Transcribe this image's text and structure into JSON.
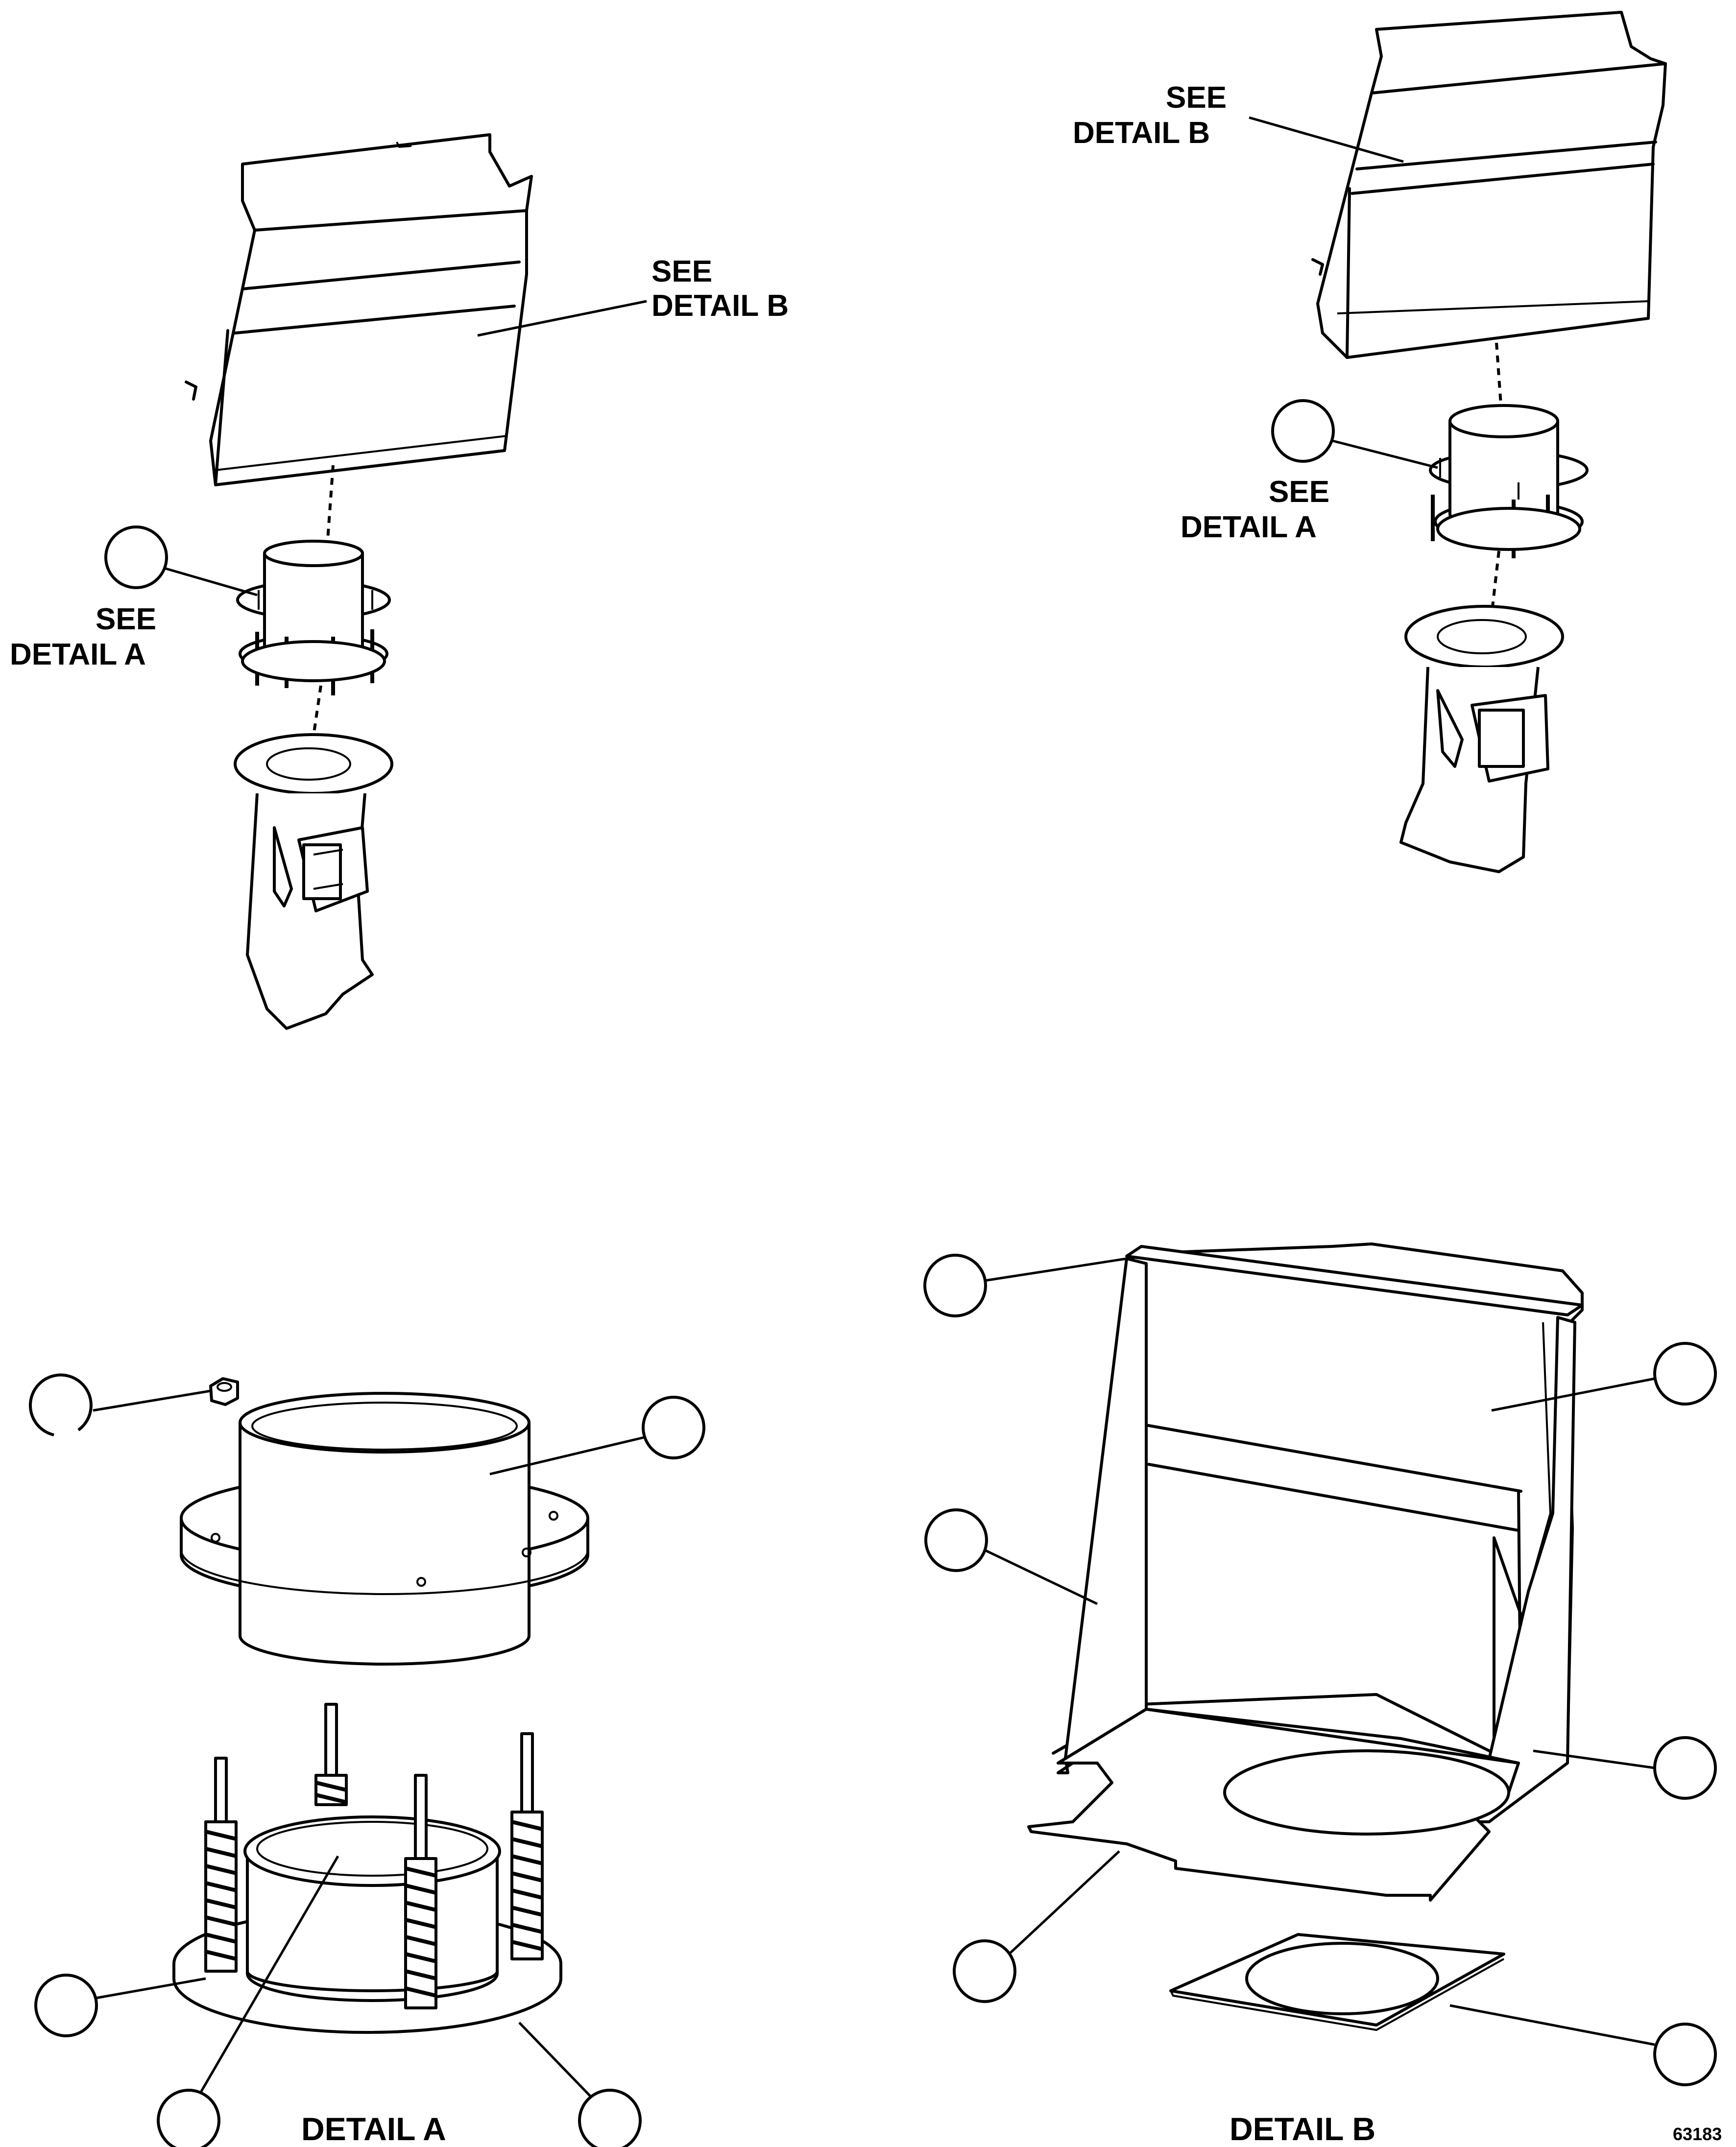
{
  "labels": {
    "see_detail_b": [
      "SEE",
      "DETAIL B"
    ],
    "see_detail_a": [
      "SEE",
      "DETAIL A"
    ],
    "detail_a": "DETAIL A",
    "detail_b": "DETAIL B",
    "figure_number": "63183"
  }
}
